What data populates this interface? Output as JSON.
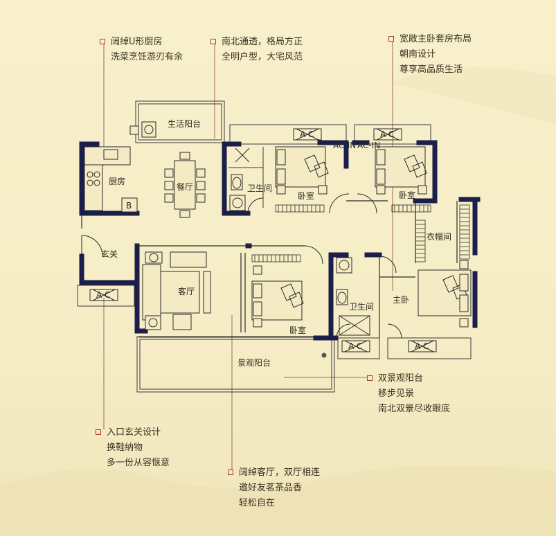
{
  "callouts": {
    "kitchen": {
      "line1": "阔绰U形厨房",
      "line2": "洗菜烹饪游刃有余"
    },
    "layout": {
      "line1": "南北通透，格局方正",
      "line2": "全明户型，大宅风范"
    },
    "master": {
      "line1": "宽敞主卧套房布局",
      "line2": "朝南设计",
      "line3": "尊享高品质生活"
    },
    "balcony": {
      "line1": "双景观阳台",
      "line2": "移步见景",
      "line3": "南北双景尽收眼底"
    },
    "entrance": {
      "line1": "入口玄关设计",
      "line2": "换鞋纳物",
      "line3": "多一份从容惬意"
    },
    "living": {
      "line1": "阔绰客厅，双厅相连",
      "line2": "邀好友茗茶品香",
      "line3": "轻松自在"
    }
  },
  "rooms": {
    "service_balcony": "生活阳台",
    "kitchen": "厨房",
    "dining": "餐厅",
    "bathroom_1": "卫生间",
    "bedroom_1": "卧室",
    "bedroom_2": "卧室",
    "closet": "衣帽间",
    "foyer": "玄关",
    "living": "客厅",
    "bedroom_3": "卧室",
    "bathroom_2": "卫生间",
    "master_bedroom": "主卧",
    "view_balcony": "景观阳台"
  },
  "unit_labels": {
    "ac": "A C",
    "b": "B",
    "ac_in": "AC-IN"
  },
  "colors": {
    "wall": "#1b1d4a",
    "accent": "#b1372c",
    "leader": "#8e5a48",
    "background": "#f7efc9"
  }
}
